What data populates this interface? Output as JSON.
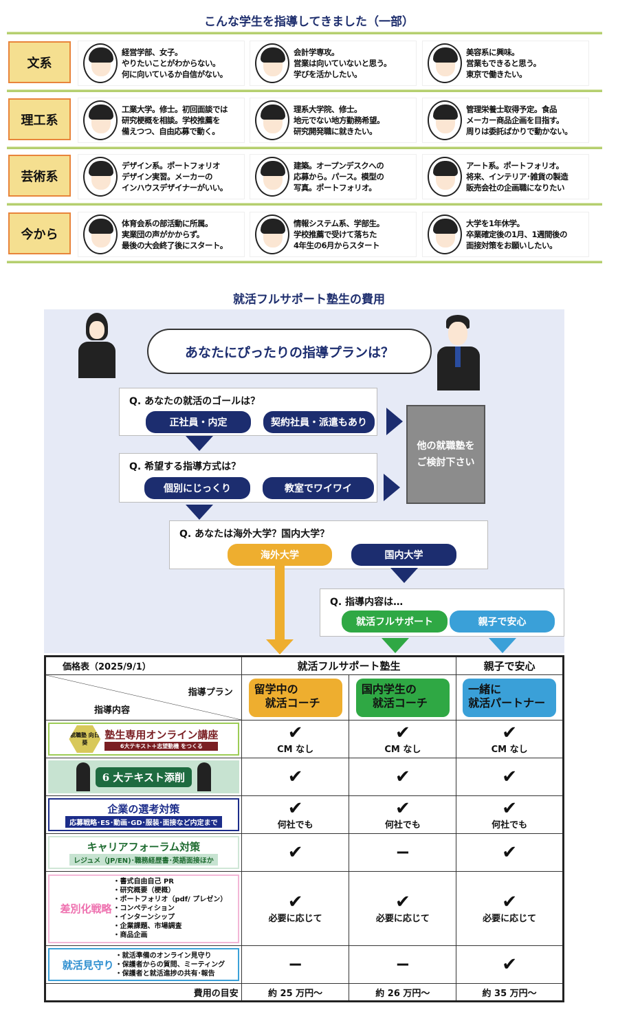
{
  "section1_title": "こんな学生を指導してきました（一部）",
  "categories": [
    {
      "label": "文系",
      "students": [
        "経営学部、女子。\nやりたいことがわからない。\n何に向いているか自信がない。",
        "会計学専攻。\n営業は向いていないと思う。\n学びを活かしたい。",
        "美容系に興味。\n営業もできると思う。\n東京で働きたい。"
      ]
    },
    {
      "label": "理工系",
      "students": [
        "工業大学。修士。初回面談では\n研究梗概を相談。学校推薦を\n備えつつ、自由応募で動く。",
        "理系大学院、修士。\n地元でない地方勤務希望。\n研究開発職に就きたい。",
        "管理栄養士取得予定。食品\nメーカー商品企画を目指す。\n周りは委託ばかりで動かない。"
      ]
    },
    {
      "label": "芸術系",
      "students": [
        "デザイン系。ポートフォリオ\nデザイン実習。メーカーの\nインハウスデザイナーがいい。",
        "建築。オープンデスクへの\n応募から。パース。模型の\n写真。ポートフォリオ。",
        "アート系。ポートフォリオ。\n将来、インテリア･雑貨の製造\n販売会社の企画職になりたい"
      ]
    },
    {
      "label": "今から",
      "students": [
        "体育会系の部活動に所属。\n実業団の声がかからず。\n最後の大会終了後にスタート。",
        "情報システム系、学部生。\n学校推薦で受けて落ちた\n4年生の6月からスタート",
        "大学を1年休学。\n卒業確定後の1月、1週間後の\n面接対策をお願いしたい。"
      ]
    }
  ],
  "section2_title": "就活フルサポート塾生の費用",
  "flow": {
    "cloud": "あなたにぴったりの指導プランは？",
    "q1": "Q.  あなたの就活のゴールは？",
    "q1_a": "正社員・内定",
    "q1_b": "契約社員・派遣もあり",
    "other": "他の就職塾を\nご検討下さい",
    "q2": "Q.  希望する指導方式は？",
    "q2_a": "個別にじっくり",
    "q2_b": "教室でワイワイ",
    "q3": "Q.  あなたは海外大学？国内大学？",
    "q3_a": "海外大学",
    "q3_b": "国内大学",
    "q4": "Q.  指導内容は…",
    "q4_a": "就活フルサポート",
    "q4_b": "親子で安心"
  },
  "table": {
    "corner": "価格表（2025/9/1）",
    "col_full": "就活フルサポート塾生",
    "col_parent": "親子で安心",
    "plan_label": "指導プラン",
    "content_label": "指導内容",
    "plans": [
      "留学中の\n　就活コーチ",
      "国内学生の\n　就活コーチ",
      "一緒に\n就活パートナー"
    ],
    "rows": [
      {
        "title": "塾生専用オンライン講座",
        "sub": "6大テキスト＋志望動機 をつくる",
        "badge": "就職塾 向日葵",
        "cells": [
          "CM なし",
          "CM なし",
          "CM なし"
        ],
        "marks": [
          "check",
          "check",
          "check"
        ]
      },
      {
        "title": "6 大テキスト添削",
        "cells": [
          "",
          "",
          ""
        ],
        "marks": [
          "check",
          "check",
          "check"
        ]
      },
      {
        "title": "企業の選考対策",
        "sub": "応募戦略･ES･動画･GD･服装･面接など内定まで",
        "cells": [
          "何社でも",
          "何社でも",
          "何社でも"
        ],
        "marks": [
          "check",
          "check",
          "check"
        ]
      },
      {
        "title": "キャリアフォーラム対策",
        "sub": "レジュメ（JP/EN)･職務経歴書･英語面接ほか",
        "cells": [
          "",
          "",
          ""
        ],
        "marks": [
          "check",
          "dash",
          "check"
        ]
      },
      {
        "title": "差別化戦略",
        "items": "・書式自由自己 PR\n・研究概要（梗概）\n・ポートフォリオ（pdf/ プレゼン）\n・コンペティション\n・インターンシップ\n・企業課題、市場調査\n・商品企画",
        "cells": [
          "必要に応じて",
          "必要に応じて",
          "必要に応じて"
        ],
        "marks": [
          "check",
          "check",
          "check"
        ]
      },
      {
        "title": "就活見守り",
        "items": "・就活準備のオンライン見守り\n・保護者からの質問、ミーティング\n・保護者と就活進捗の共有･報告",
        "cells": [
          "",
          "",
          ""
        ],
        "marks": [
          "dash",
          "dash",
          "check"
        ]
      }
    ],
    "cost_label": "費用の目安",
    "costs": [
      "約 25 万円～",
      "約 26 万円～",
      "約 35 万円～"
    ]
  },
  "colors": {
    "navy": "#1c2d6f",
    "orange": "#eeae2f",
    "green": "#2fa844",
    "blue": "#3aa0d8",
    "gray": "#8c8c8c"
  }
}
